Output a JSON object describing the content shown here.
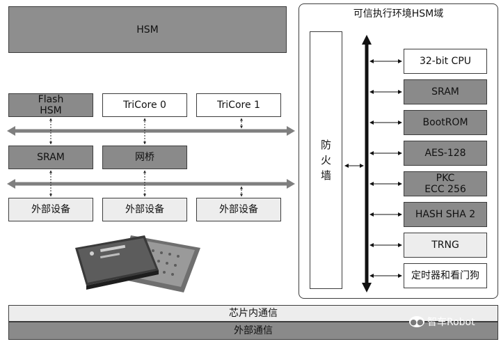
{
  "hsm_label": "HSM",
  "tee_title": "可信执行环境HSM域",
  "firewall_chars": [
    "防",
    "火",
    "墙"
  ],
  "cores": {
    "flash_hsm": "Flash\nHSM",
    "tricore0": "TriCore 0",
    "tricore1": "TriCore 1"
  },
  "mid": {
    "sram": "SRAM",
    "bridge": "网桥"
  },
  "peripherals": [
    "外部设备",
    "外部设备",
    "外部设备"
  ],
  "tee_modules": [
    {
      "label": "32-bit CPU",
      "style": "white"
    },
    {
      "label": "SRAM",
      "style": "dark"
    },
    {
      "label": "BootROM",
      "style": "dark"
    },
    {
      "label": "AES-128",
      "style": "dark"
    },
    {
      "label": "PKC\nECC 256",
      "style": "dark"
    },
    {
      "label": "HASH SHA 2",
      "style": "dark"
    },
    {
      "label": "TRNG",
      "style": "light"
    },
    {
      "label": "定时器和看门狗",
      "style": "white"
    }
  ],
  "comm": {
    "on_chip": "芯片内通信",
    "external": "外部通信"
  },
  "watermark": "智车Robot",
  "colors": {
    "dark_box": "#8a8a8a",
    "light_box": "#ededed",
    "bus_arrow": "#7f7f7f",
    "vertical_bus": "#111111"
  }
}
